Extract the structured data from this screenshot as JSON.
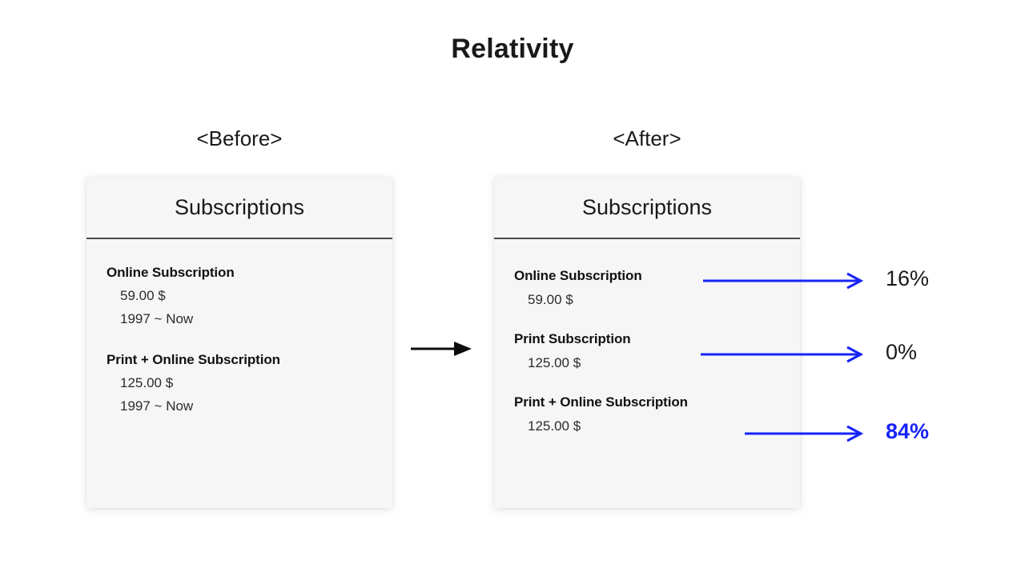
{
  "slide": {
    "title": "Relativity",
    "accent_blue": "#1724f7",
    "card_bg": "#f6f6f6",
    "page_bg": "#ffffff",
    "text_color": "#1a1a1a"
  },
  "columns": {
    "before_caption": "<Before>",
    "after_caption": "<After>"
  },
  "before_card": {
    "header": "Subscriptions",
    "items": [
      {
        "name": "Online Subscription",
        "price": "59.00 $",
        "period": "1997 ~ Now"
      },
      {
        "name": "Print + Online Subscription",
        "price": "125.00 $",
        "period": "1997 ~ Now"
      }
    ]
  },
  "after_card": {
    "header": "Subscriptions",
    "items": [
      {
        "name": "Online Subscription",
        "price": "59.00 $"
      },
      {
        "name": "Print Subscription",
        "price": "125.00 $"
      },
      {
        "name": "Print + Online Subscription",
        "price": "125.00 $"
      }
    ]
  },
  "callouts": [
    {
      "value": "16%",
      "highlight": false
    },
    {
      "value": "0%",
      "highlight": false
    },
    {
      "value": "84%",
      "highlight": true
    }
  ],
  "icons": {
    "transition_arrow": "right-arrow-icon",
    "callout_arrow": "blue-right-arrow-icon"
  }
}
